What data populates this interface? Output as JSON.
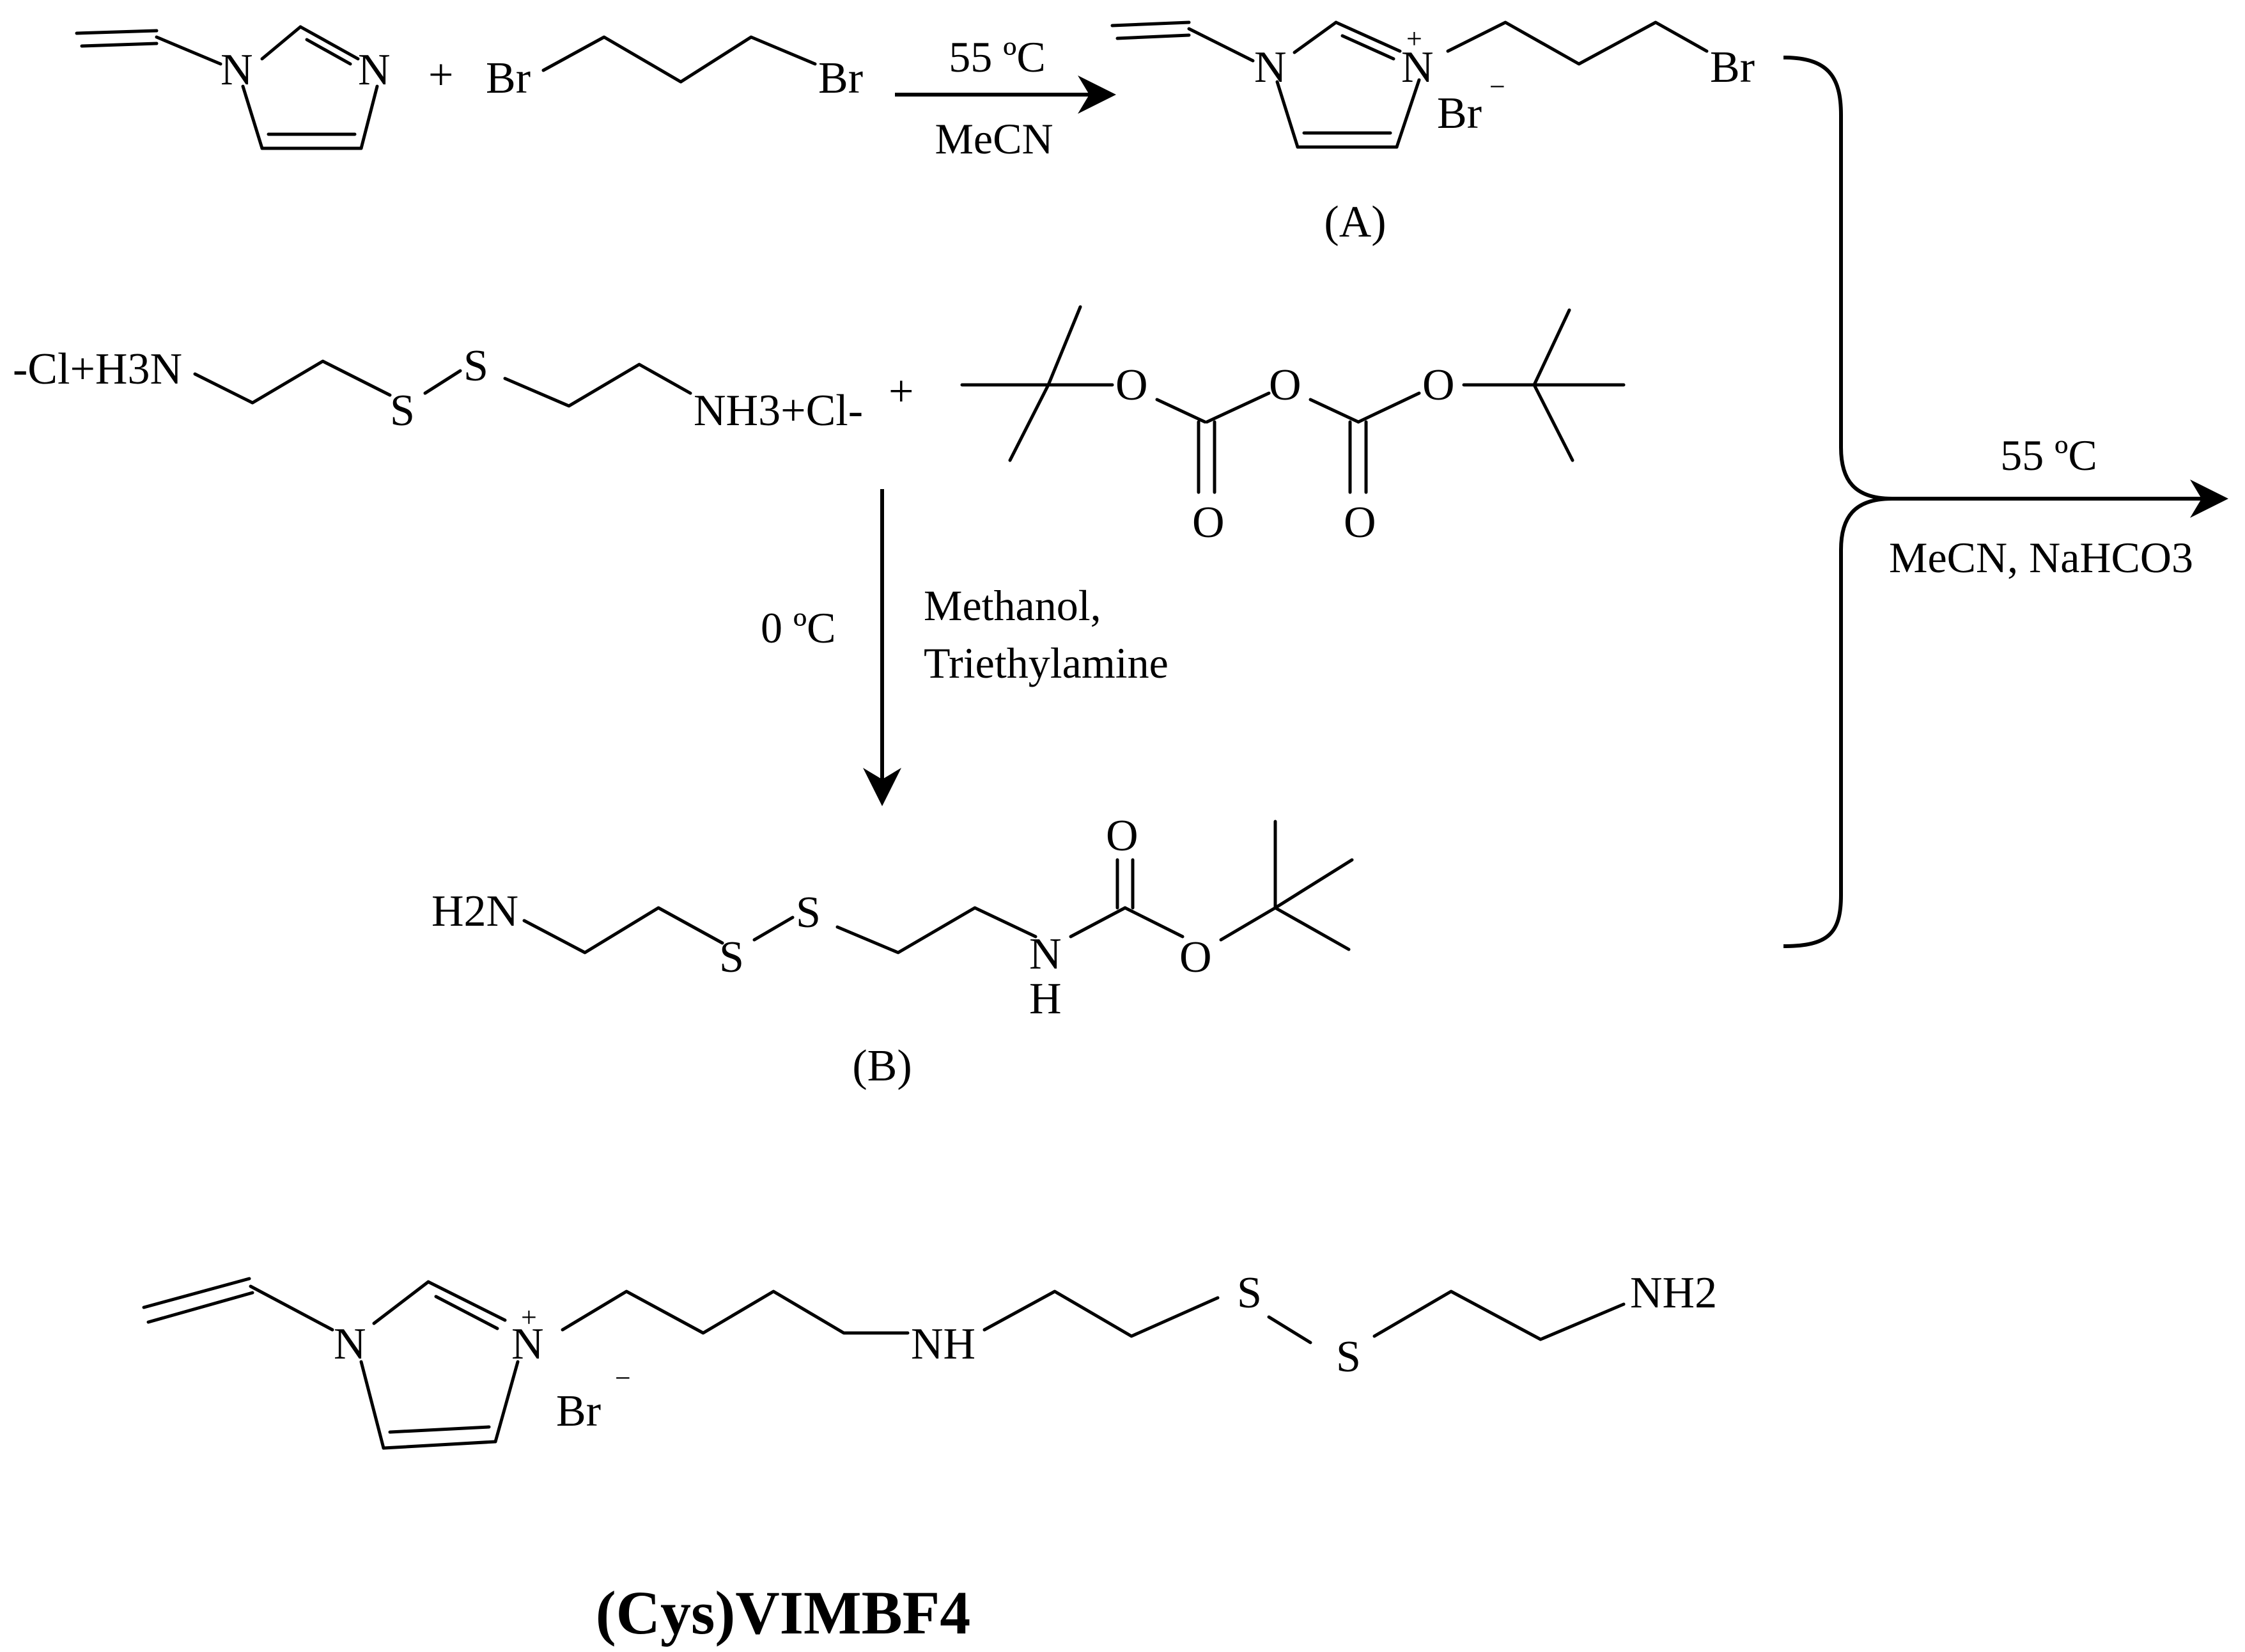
{
  "reaction1": {
    "conditions_above": "55 ºC",
    "conditions_below": "MeCN",
    "plus": "+",
    "atoms": {
      "vim_n1": "N",
      "vim_n3": "N",
      "br_left": "Br",
      "br_right": "Br"
    },
    "product_label": "(A)",
    "product_atoms": {
      "n1": "N",
      "n3": "N",
      "plus": "+",
      "br_end": "Br",
      "counter_ion": "Br",
      "minus": "−"
    }
  },
  "reaction2": {
    "cystamine_left": "-Cl+H3N",
    "cystamine_s1": "S",
    "cystamine_s2": "S",
    "cystamine_right": "NH3+Cl-",
    "plus": "+",
    "boc_atoms": {
      "o1": "O",
      "o2": "O",
      "o3": "O",
      "o4": "O",
      "o5": "O"
    },
    "conditions_left": "0 ºC",
    "conditions_right_1": "Methanol,",
    "conditions_right_2": "Triethylamine",
    "product_label": "(B)",
    "product_atoms": {
      "h2n": "H2N",
      "s1": "S",
      "s2": "S",
      "nh_n": "N",
      "nh_h": "H",
      "o_top": "O",
      "o_ester": "O"
    }
  },
  "reaction3": {
    "conditions_above": "55 ºC",
    "conditions_below": "MeCN, NaHCO3"
  },
  "final_product": {
    "atoms": {
      "n1": "N",
      "n3": "N",
      "plus": "+",
      "counter_ion": "Br",
      "minus": "−",
      "nh": "NH",
      "s1": "S",
      "s2": "S",
      "nh2": "NH2"
    },
    "name": "(Cys)VIMBF4"
  }
}
